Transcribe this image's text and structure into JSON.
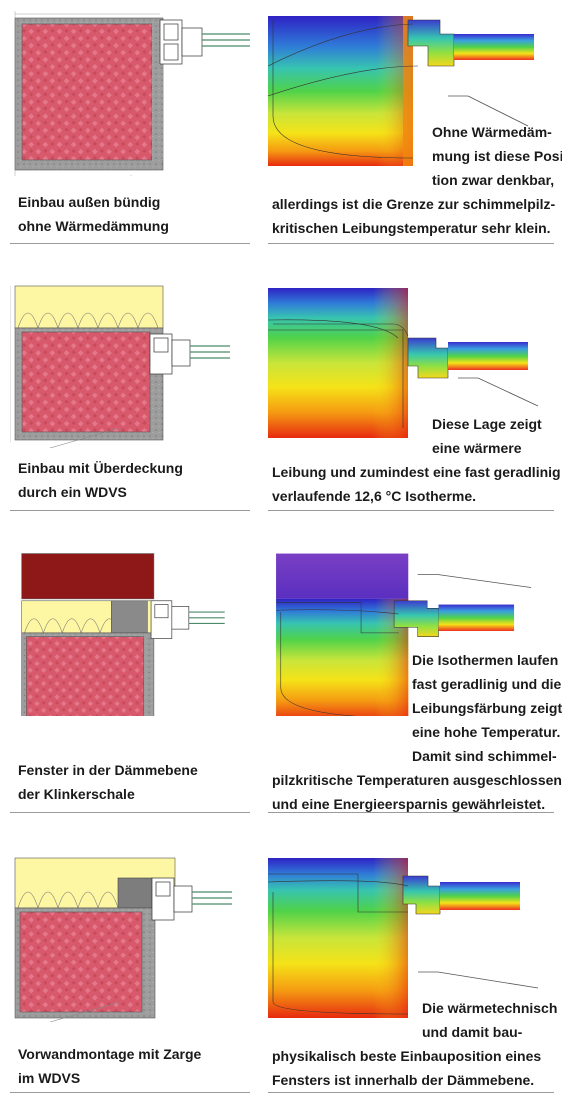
{
  "colors": {
    "brick": "#d7596b",
    "brick_pattern": "#e67d8a",
    "concrete": "#9a9a9a",
    "insulation": "#fdf6a2",
    "clinker": "#8e1717",
    "thermo_cold": "#2a2ac4",
    "thermo_mid": "#33cc33",
    "thermo_warm": "#ffee00",
    "thermo_hot": "#ee2200"
  },
  "rows": [
    {
      "caption_left": [
        "Einbau außen bündig",
        "ohne Wärmedämmung"
      ],
      "caption_right": [
        "Ohne Wärmedäm-",
        "mung ist diese Posi-",
        "tion zwar denkbar,",
        "allerdings ist die Grenze zur schimmelpilz-",
        "kritischen Leibungstemperatur sehr klein."
      ]
    },
    {
      "caption_left": [
        "Einbau mit Überdeckung",
        "durch ein WDVS"
      ],
      "caption_right": [
        "Diese Lage zeigt",
        "eine wärmere",
        "Leibung und zumindest eine fast geradlinig",
        "verlaufende 12,6 °C Isotherme."
      ]
    },
    {
      "caption_left": [
        "Fenster in der Dämmebene",
        "der Klinkerschale"
      ],
      "caption_right": [
        "Die Isothermen laufen",
        "fast geradlinig und die",
        "Leibungsfärbung zeigt",
        "eine hohe Temperatur.",
        "Damit sind schimmel-",
        "pilzkritische Temperaturen ausgeschlossen",
        "und eine Energieersparnis gewährleistet."
      ]
    },
    {
      "caption_left": [
        "Vorwandmontage mit Zarge",
        "im WDVS"
      ],
      "caption_right": [
        "Die wärmetechnisch",
        "und damit bau-",
        "physikalisch beste Einbauposition eines",
        "Fensters ist innerhalb der Dämmebene."
      ]
    }
  ]
}
